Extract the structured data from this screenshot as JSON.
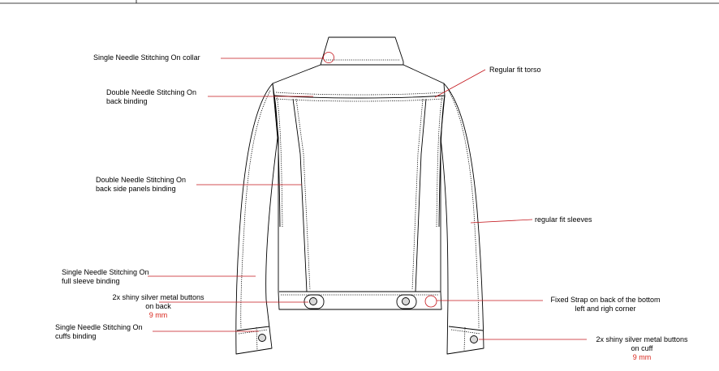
{
  "colors": {
    "line": "#000000",
    "callout": "#c4161c",
    "dimension_text": "#d9261c",
    "background": "#ffffff"
  },
  "callouts": {
    "collar": "Single Needle Stitching On collar",
    "torso": "Regular fit torso",
    "back_binding": [
      "Double Needle Stitching On",
      "back binding"
    ],
    "side_panels": [
      "Double Needle Stitching On",
      "back side panels binding"
    ],
    "sleeves": "regular fit sleeves",
    "sleeve_binding": [
      "Single Needle Stitching On",
      "full sleeve binding"
    ],
    "back_buttons": [
      "2x shiny silver metal buttons",
      "on back",
      "9 mm"
    ],
    "strap": [
      "Fixed Strap on back of the bottom",
      "left and righ corner"
    ],
    "cuffs_binding": [
      "Single Needle Stitching On",
      "cuffs binding"
    ],
    "cuff_buttons": [
      "2x shiny silver metal buttons",
      "on cuff",
      "9 mm"
    ]
  }
}
